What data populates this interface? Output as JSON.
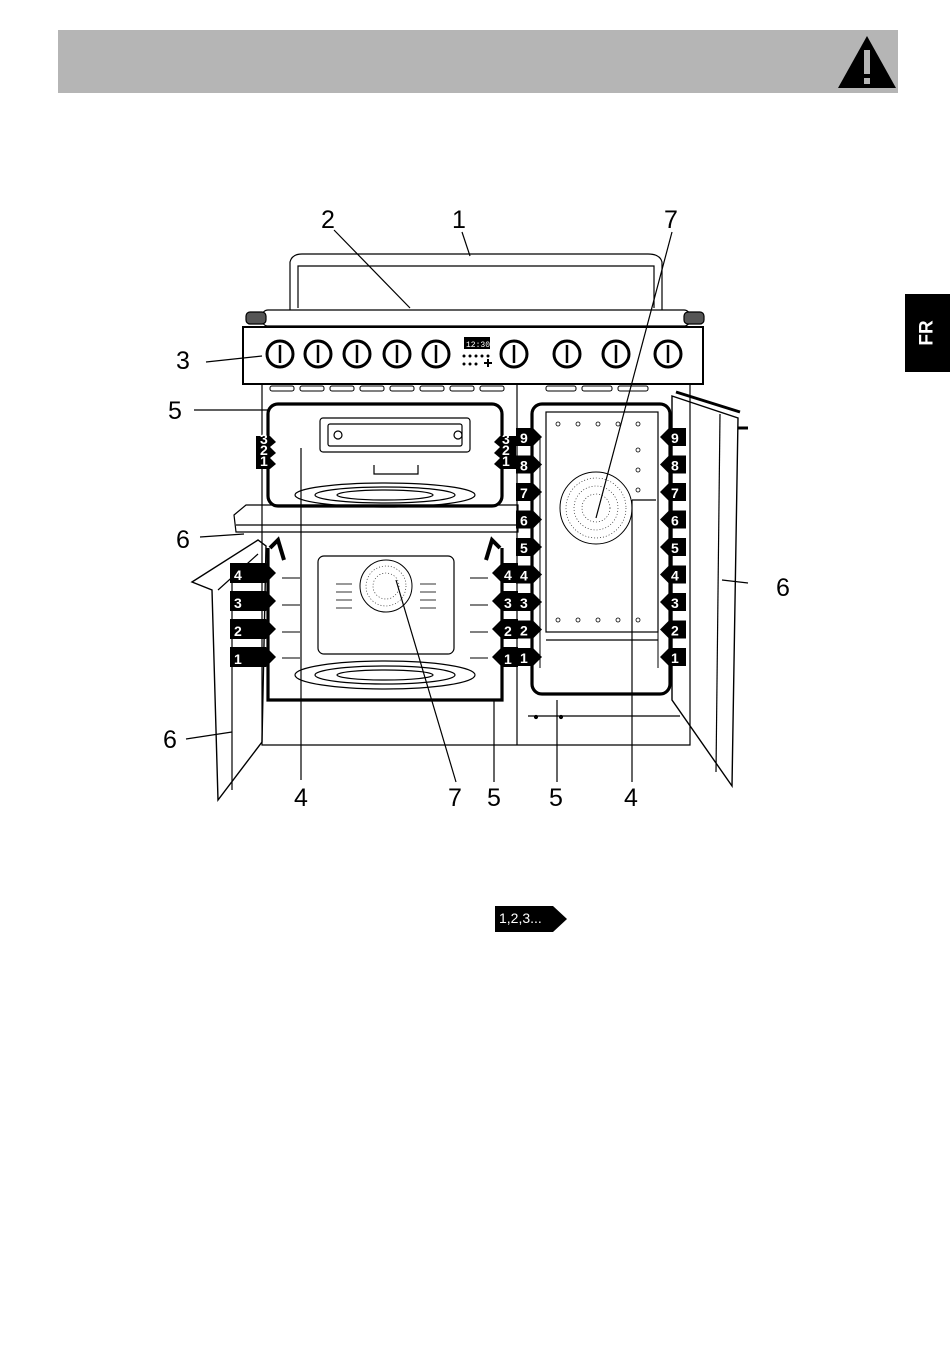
{
  "header": {
    "language_tab": "FR",
    "warning_icon": "warning-triangle-icon"
  },
  "diagram": {
    "callouts_top": [
      "2",
      "1",
      "7"
    ],
    "callout_control_panel": "3",
    "callout_left_grill_seal": "5",
    "callout_left_shelf": "6",
    "callout_left_door": "6",
    "callout_right_door": "6",
    "callouts_bottom": [
      "4",
      "7",
      "5",
      "5",
      "4"
    ],
    "left_upper_levels": [
      "3",
      "2",
      "1"
    ],
    "left_lower_levels": [
      "4",
      "3",
      "2",
      "1"
    ],
    "center_right_upper_levels": [
      "3",
      "2",
      "1"
    ],
    "center_lower_levels": [
      "4",
      "3",
      "2",
      "1"
    ],
    "right_oven_left_levels": [
      "9",
      "8",
      "7",
      "6",
      "5",
      "4",
      "3",
      "2",
      "1"
    ],
    "right_oven_right_levels": [
      "9",
      "8",
      "7",
      "6",
      "5",
      "4",
      "3",
      "2",
      "1"
    ],
    "clock_display": "12:30"
  },
  "legend": {
    "shelf_levels_badge": "1,2,3..."
  }
}
